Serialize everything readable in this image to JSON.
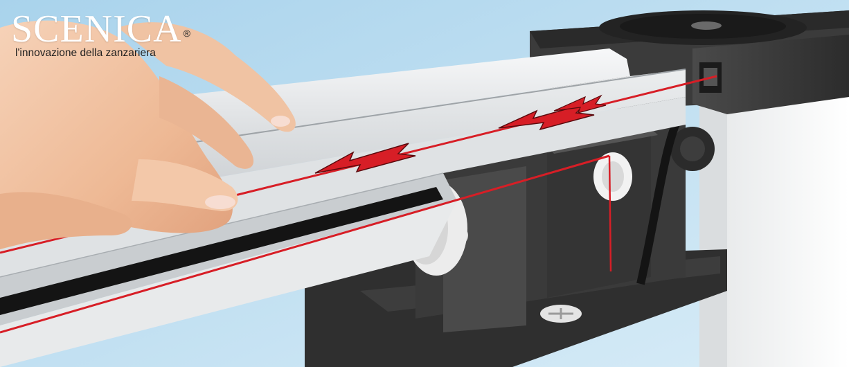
{
  "brand": {
    "name": "SCENICA",
    "registered_mark": "®",
    "tagline": "l'innovazione della zanzariera"
  },
  "colors": {
    "background": "#b9dcef",
    "aluminium": "#e6e8ea",
    "housing": "#3a3a3a",
    "cord": "#d71e26",
    "arrow": "#d71e26",
    "belt": "#111111",
    "skin": "#f2c4a6"
  },
  "illustration": {
    "subject": "hand-pulling-cord-along-guide-rail",
    "arrows": [
      {
        "direction": "left"
      },
      {
        "direction": "left"
      },
      {
        "direction": "left"
      }
    ]
  }
}
